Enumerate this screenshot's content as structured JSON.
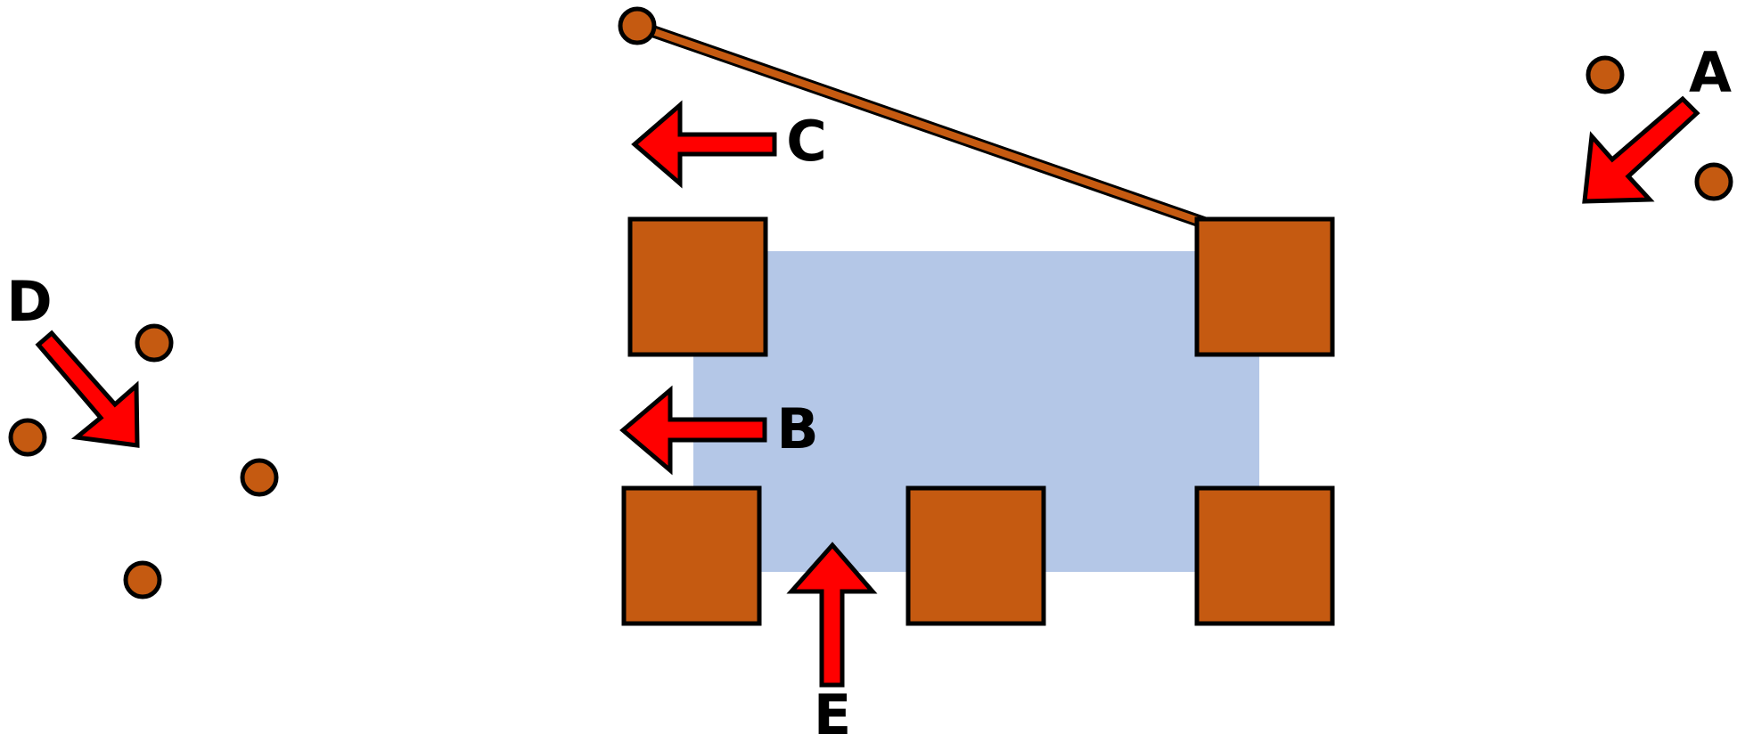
{
  "diagram": {
    "colors": {
      "background": "#ffffff",
      "zone": "#b4c7e7",
      "block": "#c55a11",
      "outline": "#000000",
      "arrow": "#ff0000"
    },
    "labels": {
      "a": "A",
      "b": "B",
      "c": "C",
      "d": "D",
      "e": "E"
    },
    "shapes": {
      "zone": "light-blue-rectangle",
      "blocks": "orange-square",
      "points": "orange-circle",
      "bar": "orange-bar",
      "arrows": "red-arrow"
    }
  }
}
